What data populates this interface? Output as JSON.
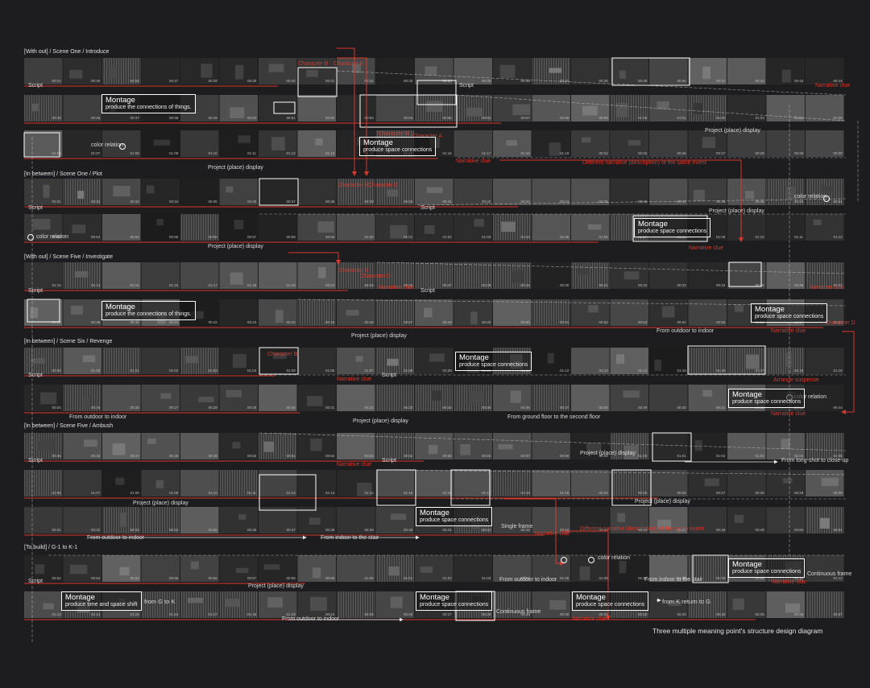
{
  "sections": [
    {
      "id": "s1",
      "label": "[With out] / Scene One / Introduce"
    },
    {
      "id": "s2",
      "label": "[In between] / Scene One / Plot"
    },
    {
      "id": "s3",
      "label": "[With out] / Scene Five / Investigate"
    },
    {
      "id": "s4",
      "label": "[In between] / Scene Six / Revenge"
    },
    {
      "id": "s5",
      "label": "[In between] / Scene Five / Ambush"
    },
    {
      "id": "s6",
      "label": "[To build] / G-1 to K-1"
    }
  ],
  "labels": {
    "script": "Script",
    "project_display": "Project (place) display",
    "narrative_clue": "Narrative clue",
    "color_relation": "color relation",
    "character_b": "Character B",
    "character_a": "Character A",
    "character_c": "Character C",
    "character_d": "Character D",
    "different_narrative": "Different narrative (description) of the same event",
    "from_outdoor_to_indoor": "From outdoor to indoor",
    "from_indoor_to_stair": "From indoor to the stair",
    "from_ground_to_second": "From ground floor to the second floor",
    "from_long_shot": "From long-shot to close-up",
    "arrange_suspense": "Arrange suspense",
    "single_frame": "Single frame",
    "continuous_frame": "Continuous frame",
    "from_g_to_k": "from G to K",
    "from_k_return": "from K return to G",
    "from_indoor_to_stair2": "From indoor to the stair"
  },
  "montage": {
    "title": "Montage",
    "things": "produce the connections of things.",
    "space": "produce space connections",
    "time_space": "produce time and space shift"
  },
  "timecodes": [
    "00:24",
    "00:25",
    "00:26",
    "00:27",
    "00:28",
    "00:29",
    "00:30",
    "00:31",
    "00:32",
    "00:33",
    "00:34",
    "00:35",
    "00:36",
    "00:37",
    "00:38",
    "00:39",
    "00:40",
    "00:41",
    "00:42",
    "00:43",
    "00:44",
    "00:45",
    "00:46",
    "00:47",
    "00:48",
    "00:49",
    "00:50",
    "00:51",
    "00:52",
    "00:53",
    "00:54",
    "00:55",
    "00:56",
    "00:57",
    "00:58",
    "00:59",
    "01:00",
    "01:01",
    "01:02",
    "01:03",
    "01:04",
    "01:05",
    "01:06",
    "01:07",
    "01:08",
    "01:09",
    "01:10",
    "01:11",
    "01:12",
    "01:13",
    "01:14",
    "01:15",
    "01:16",
    "01:17",
    "01:18",
    "01:19"
  ],
  "footer": "Three multiple meaning point's structure design diagram",
  "colors": {
    "background": "#1d1d1f",
    "accent_red": "#d9382c",
    "line_white": "#ffffff"
  }
}
